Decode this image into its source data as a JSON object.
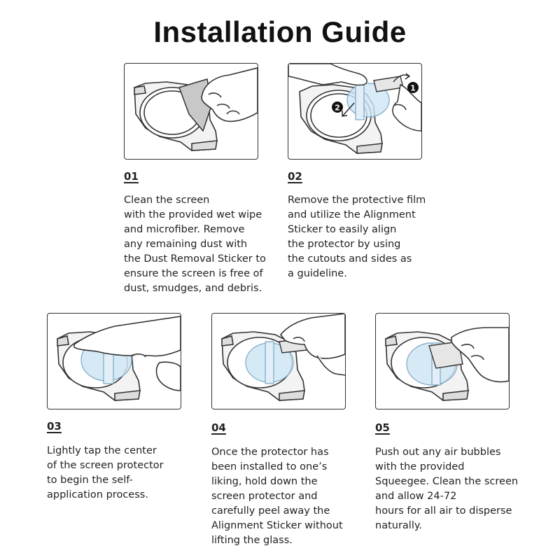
{
  "title": "Installation Guide",
  "steps": [
    {
      "number": "01",
      "text": "Clean the screen\nwith the provided wet wipe\nand microfiber. Remove\nany remaining dust with\nthe Dust Removal Sticker to\nensure the screen is free of\ndust, smudges, and debris."
    },
    {
      "number": "02",
      "text": "Remove the protective film\nand utilize the Alignment\nSticker to easily align\nthe protector by using\nthe cutouts and sides as\na guideline."
    },
    {
      "number": "03",
      "text": "Lightly tap the center\nof the screen protector\nto begin the self-\napplication process."
    },
    {
      "number": "04",
      "text": "Once the protector has\nbeen installed to one’s\nliking, hold down the\nscreen protector and\ncarefully peel away the\nAlignment Sticker without\nlifting the glass."
    },
    {
      "number": "05",
      "text": "Push out any air bubbles\nwith the provided\nSqueegee. Clean the screen\nand allow 24-72\nhours for all air to disperse\nnaturally."
    }
  ],
  "step2_markers": [
    "1",
    "2"
  ],
  "colors": {
    "accent_blue": "#cfe6f4",
    "frame": "#333333",
    "film": "#e6e6e6"
  }
}
